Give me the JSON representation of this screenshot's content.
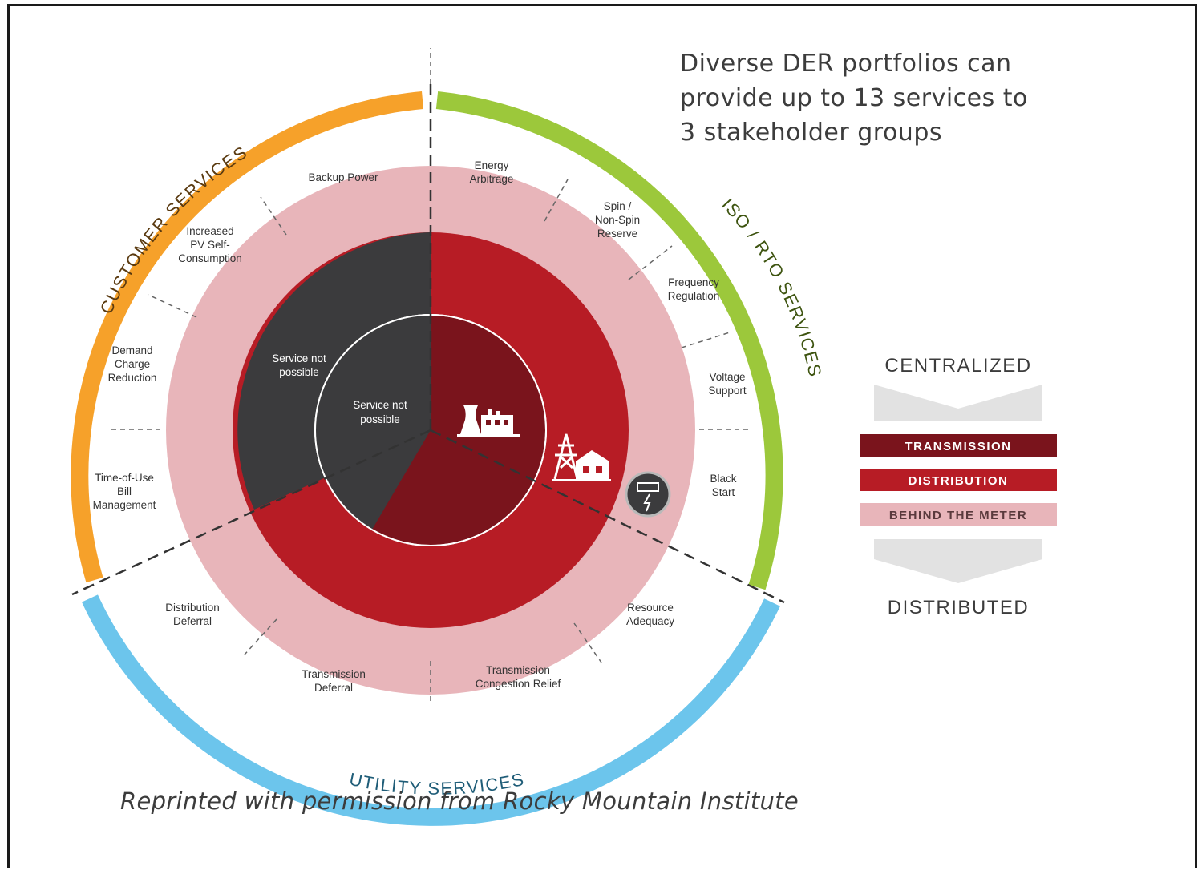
{
  "heading": {
    "line1": "Diverse DER portfolios can",
    "line2": "provide up to 13 services to",
    "line3": "3 stakeholder groups"
  },
  "groups": {
    "customer": "CUSTOMER SERVICES",
    "iso": "ISO / RTO SERVICES",
    "utility": "UTILITY SERVICES"
  },
  "services": {
    "backup_power": "Backup Power",
    "pv_self": [
      "Increased",
      "PV Self-",
      "Consumption"
    ],
    "demand_charge": [
      "Demand",
      "Charge",
      "Reduction"
    ],
    "tou": [
      "Time-of-Use",
      "Bill",
      "Management"
    ],
    "energy_arbitrage": [
      "Energy",
      "Arbitrage"
    ],
    "spin": [
      "Spin /",
      "Non-Spin",
      "Reserve"
    ],
    "frequency": [
      "Frequency",
      "Regulation"
    ],
    "voltage": [
      "Voltage",
      "Support"
    ],
    "black_start": [
      "Black",
      "Start"
    ],
    "resource_adequacy": [
      "Resource",
      "Adequacy"
    ],
    "congestion": [
      "Transmission",
      "Congestion Relief"
    ],
    "transmission_deferral": [
      "Transmission",
      "Deferral"
    ],
    "distribution_deferral": [
      "Distribution",
      "Deferral"
    ]
  },
  "not_possible": {
    "outer": [
      "Service not",
      "possible"
    ],
    "inner": [
      "Service not",
      "possible"
    ]
  },
  "legend": {
    "top": "CENTRALIZED",
    "bottom": "DISTRIBUTED",
    "transmission": "TRANSMISSION",
    "distribution": "DISTRIBUTION",
    "behind_meter": "BEHIND THE METER"
  },
  "credit": "Reprinted with permission from Rocky Mountain Institute",
  "colors": {
    "customer": "#f6a12a",
    "iso": "#9cc83b",
    "utility": "#6cc5ec",
    "behind_meter": "#e8b5ba",
    "distribution": "#b71c25",
    "transmission": "#7a141c",
    "not_possible": "#3b3b3d",
    "arrow_grey": "#e2e2e2"
  }
}
